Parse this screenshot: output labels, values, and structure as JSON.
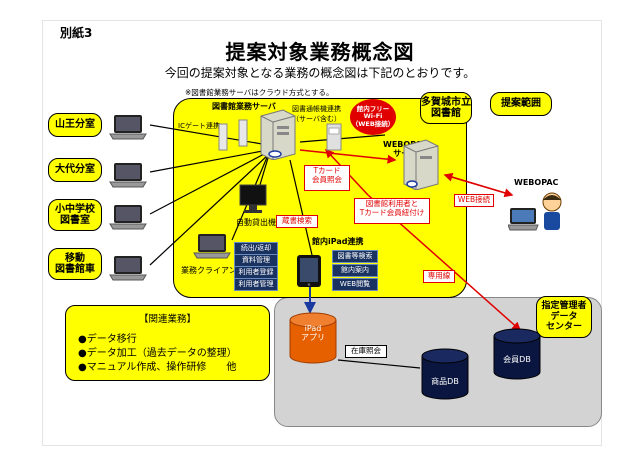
{
  "page": {
    "appendix": "別紙3",
    "title": "提案対象業務概念図",
    "subtitle": "今回の提案対象となる業務の概念図は下記のとおりです。",
    "note": "※図書館業務サーバはクラウド方式とする。"
  },
  "branches": [
    "山王分室",
    "大代分室",
    "小中学校\n図書室",
    "移動\n図書館車"
  ],
  "main_area": {
    "server_label": "図書館業務サーバ",
    "ic_gate": "ICゲート連携",
    "book_pass_label": "図書通帳機連携\n（サーバ含む）",
    "wifi_label": "館内フリー\nWi-Fi\n（WEB接続）",
    "webopac_server": "WEBOPAC\nサーバ",
    "self_checkout": "自動貸出機",
    "business_client": "業務クライアント",
    "ipad_link": "館内iPad連携",
    "client_functions": [
      "続出/返却",
      "資料管理",
      "利用者登録",
      "利用者管理"
    ],
    "ipad_functions": [
      "図書等検索",
      "館内案内",
      "WEB閲覧"
    ]
  },
  "tagajo_library": "多賀城市立\n図書館",
  "proposal_scope": "提案範囲",
  "webopac": "WEBOPAC",
  "red_labels": {
    "tcard_inquiry": "Tカード\n会員照会",
    "user_tcard_link": "図書館利用者と\nTカード会員紐付け",
    "book_search": "蔵書検索",
    "web_access": "WEB接続",
    "dedicated_line": "専用線",
    "stock_inquiry": "在庫照会"
  },
  "data_center": "指定管理者\nデータ\nセンター",
  "ipad_app": "iPad\nアプリ",
  "product_db": "商品DB",
  "member_db": "会員DB",
  "related": {
    "heading": "【関連業務】",
    "items": [
      "●データ移行",
      "●データ加工（過去データの整理）",
      "●マニュアル作成、操作研修　　他"
    ]
  },
  "colors": {
    "yellow": "#ffff00",
    "red": "#e00000",
    "navy": "#1a3260",
    "gray": "#d3d3d3"
  }
}
